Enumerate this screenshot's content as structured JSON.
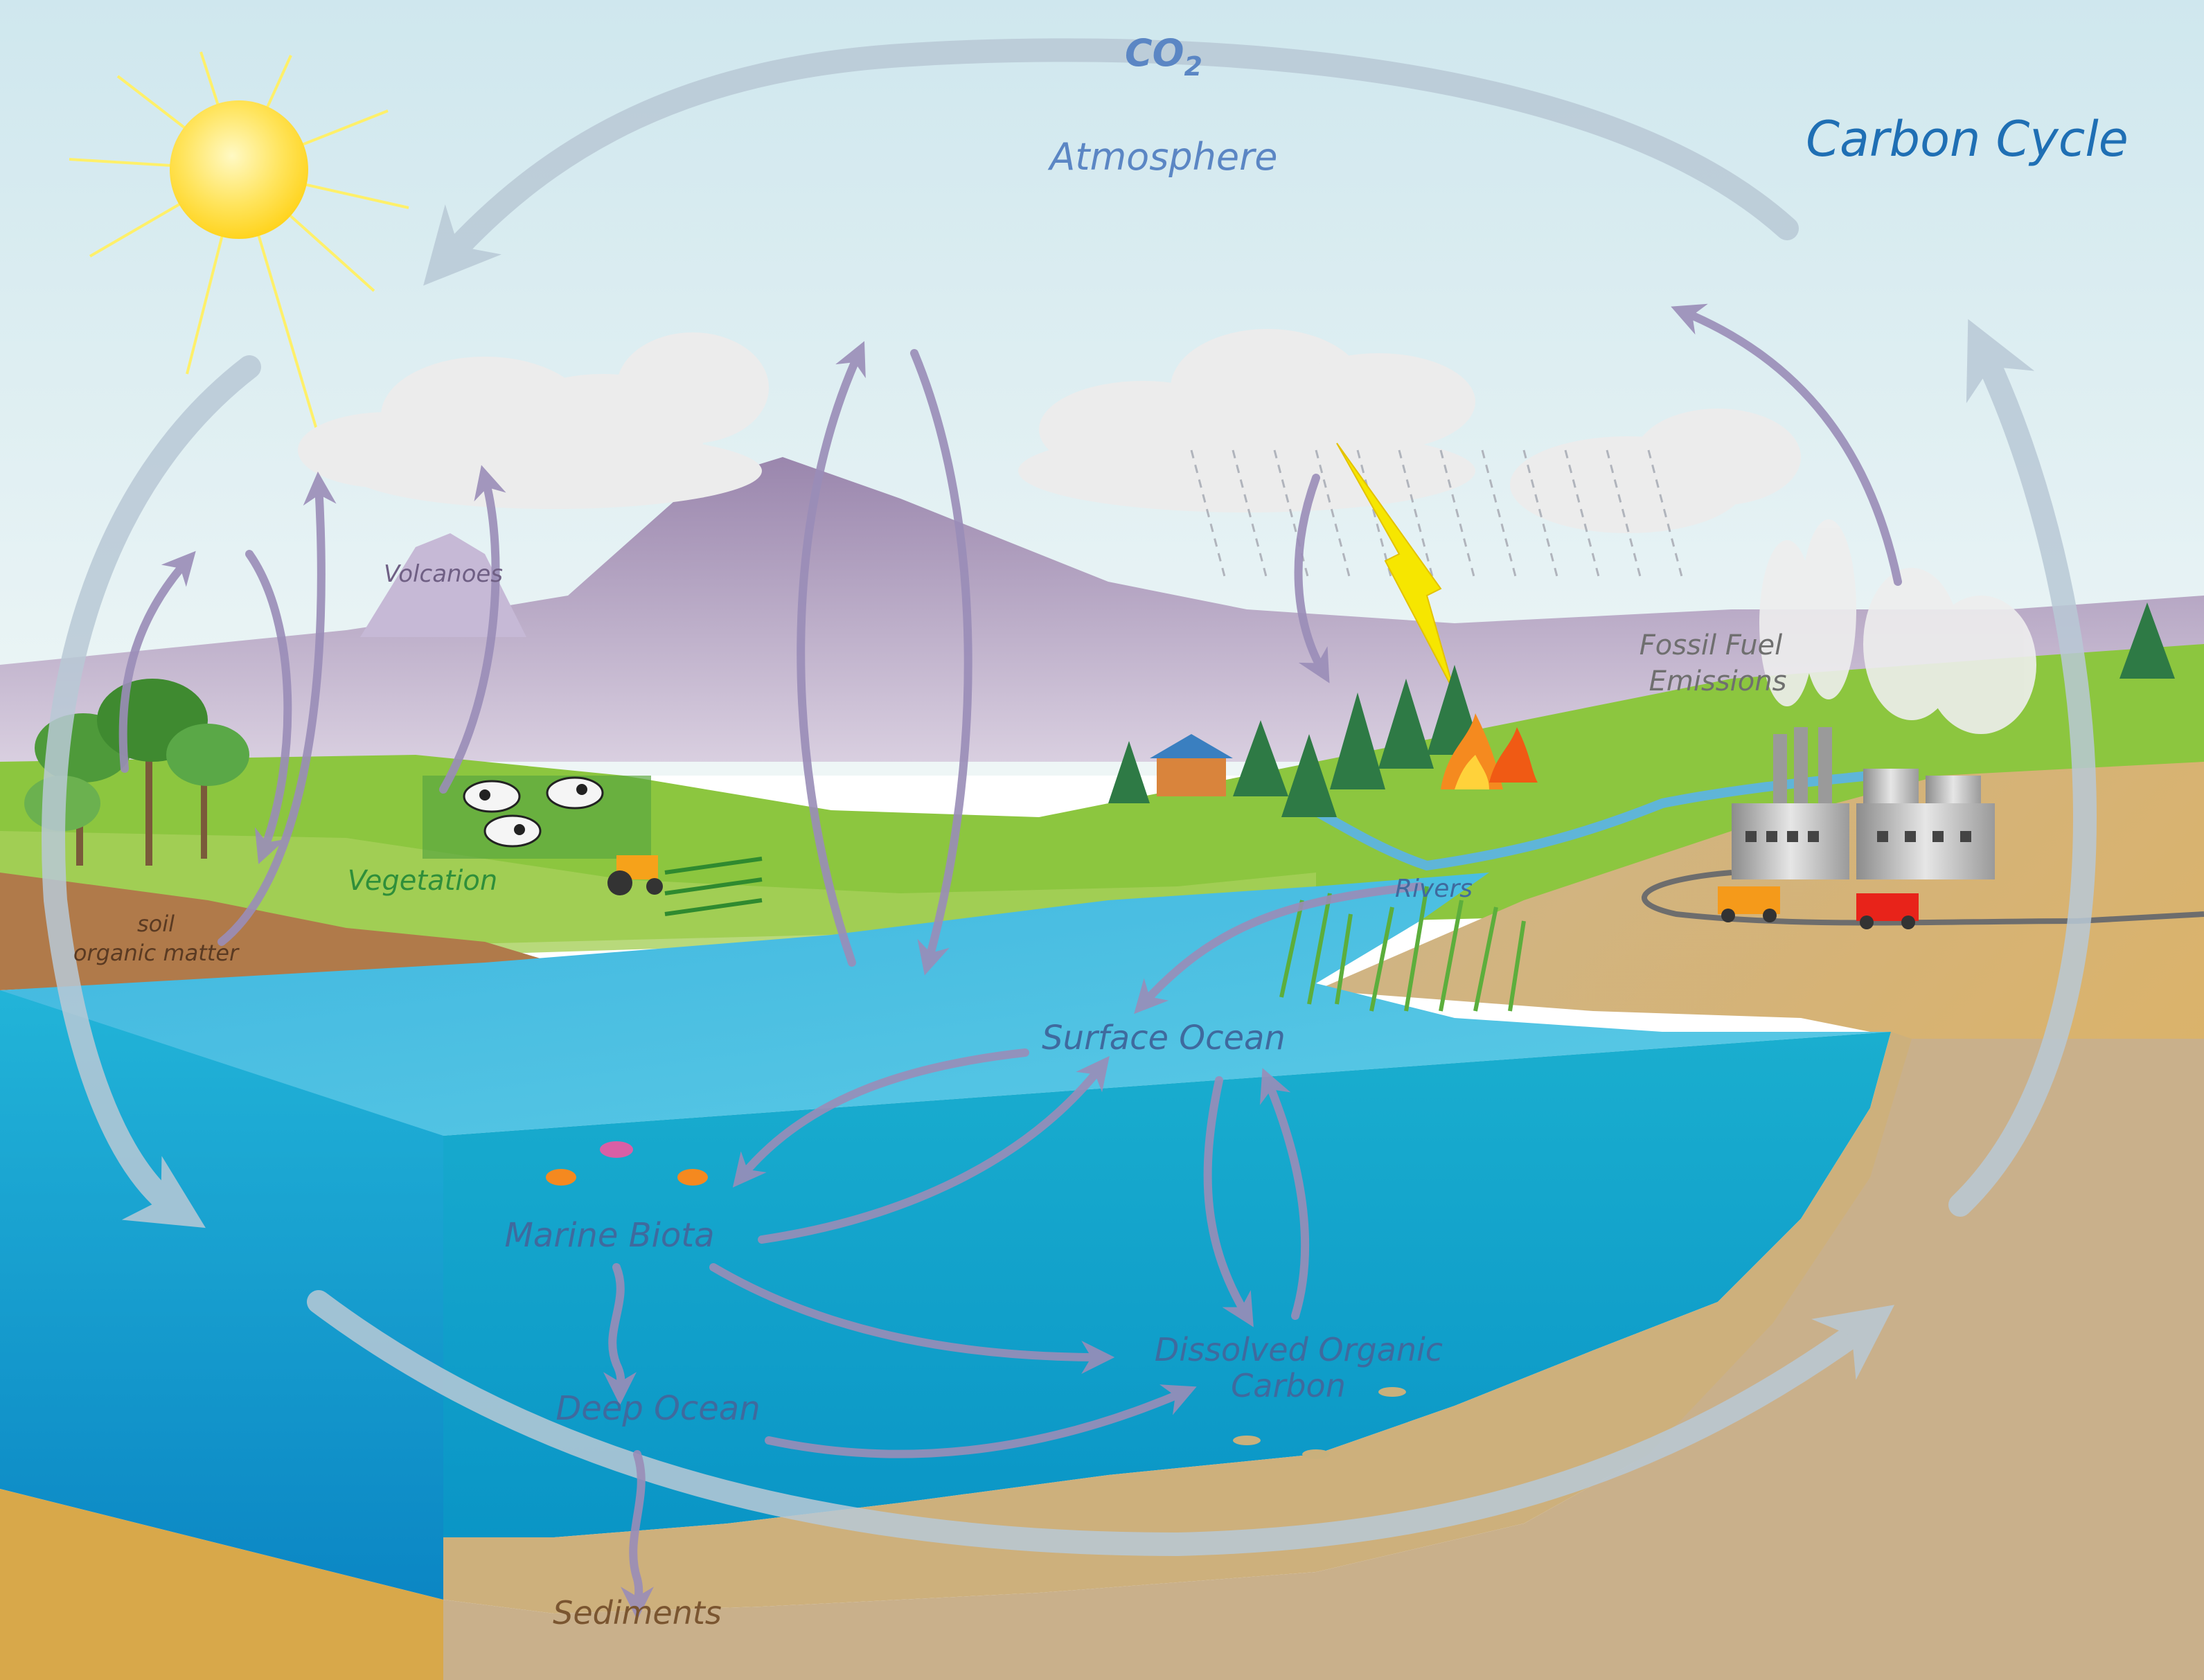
{
  "title": "Carbon Cycle",
  "labels": {
    "co2_prefix": "CO",
    "co2_sub": "2",
    "atmosphere": "Atmosphere",
    "volcanoes": "Volcanoes",
    "vegetation": "Vegetation",
    "soil_line1": "soil",
    "soil_line2": "organic matter",
    "fossil_line1": "Fossil Fuel",
    "fossil_line2": "Emissions",
    "rivers": "Rivers",
    "surface_ocean": "Surface Ocean",
    "marine_biota": "Marine Biota",
    "dissolved_line1": "Dissolved Organic",
    "dissolved_line2": "Carbon",
    "deep_ocean": "Deep Ocean",
    "sediments": "Sediments"
  },
  "colors": {
    "title": "#1f6fb4",
    "atmosphere_text": "#5b86c4",
    "vegetation_text": "#2f8f3a",
    "land_text": "#6f5f84",
    "ocean_text": "#3f6a9e",
    "sediment_text": "#7a5530",
    "cycle_arrow": "#b9c9d6",
    "flux_arrow": "#9a8db8",
    "sky_top": "#cfe7ee",
    "grass": "#8cc63f",
    "mountain": "#9e8fb5",
    "ocean_surface": "#4bbde0",
    "ocean_deep": "#0c8fc8",
    "sand": "#dcc08a",
    "sun": "#ffe45c"
  },
  "icons": [
    "sun-icon",
    "cloud-icon",
    "volcano-icon",
    "tree-icon",
    "cow-icon",
    "tractor-icon",
    "house-icon",
    "fire-icon",
    "lightning-icon",
    "factory-icon",
    "truck-icon",
    "fish-icon"
  ]
}
